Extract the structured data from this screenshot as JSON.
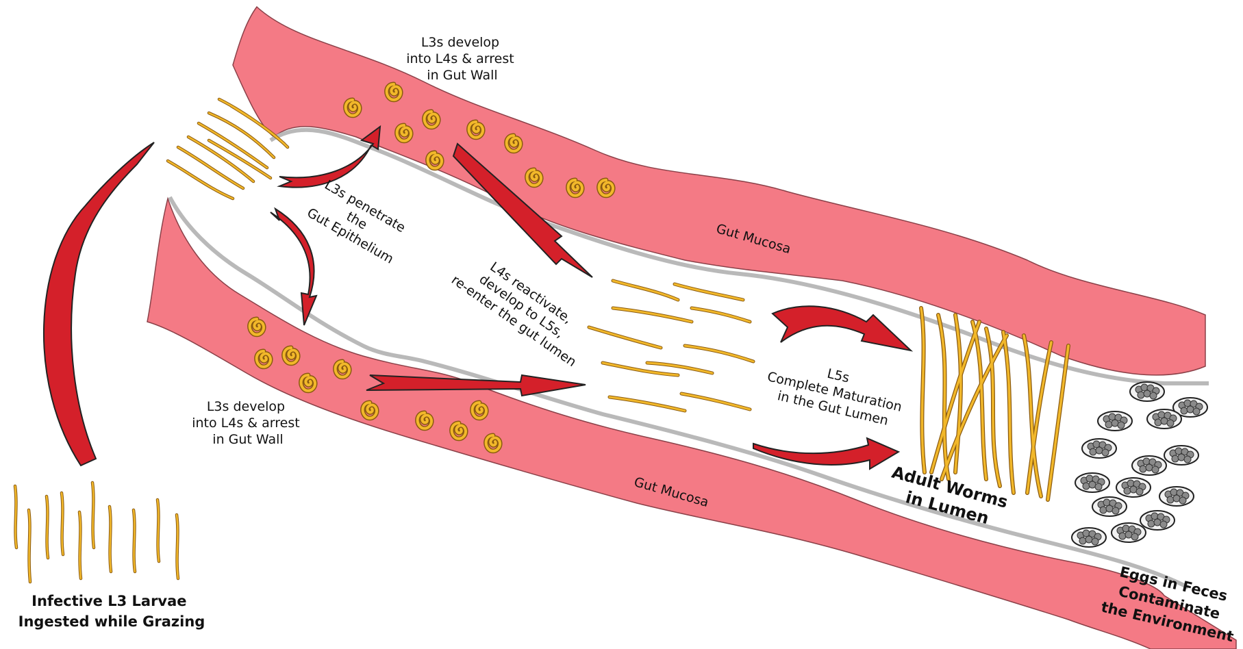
{
  "colors": {
    "mucosa": "#f47a85",
    "mucosa_edge": "#b9b9b9",
    "arrow_red": "#d4202a",
    "arrow_dark": "#222222",
    "larva": "#f2b82a",
    "larva_edge": "#8a5a10",
    "egg_fill": "#d9d9d9",
    "egg_spots": "#8a8a8a"
  },
  "labels": {
    "upper_wall_arrest": [
      "L3s develop",
      "into L4s & arrest",
      "in Gut Wall"
    ],
    "lower_wall_arrest": [
      "L3s develop",
      "into L4s & arrest",
      "in Gut Wall"
    ],
    "penetrate": [
      "L3s penetrate",
      "the",
      "Gut Epithelium"
    ],
    "reactivate": [
      "L4s reactivate,",
      "develop to L5s,",
      "re-enter the gut lumen"
    ],
    "maturation": [
      "L5s",
      "Complete Maturation",
      "in the Gut Lumen"
    ],
    "mucosa_upper": "Gut Mucosa",
    "mucosa_lower": "Gut Mucosa",
    "adult_worms": [
      "Adult Worms",
      "in Lumen"
    ],
    "eggs": [
      "Eggs in Feces",
      "Contaminate",
      "the Environment"
    ],
    "infective": [
      "Infective L3 Larvae",
      "Ingested while Grazing"
    ]
  }
}
